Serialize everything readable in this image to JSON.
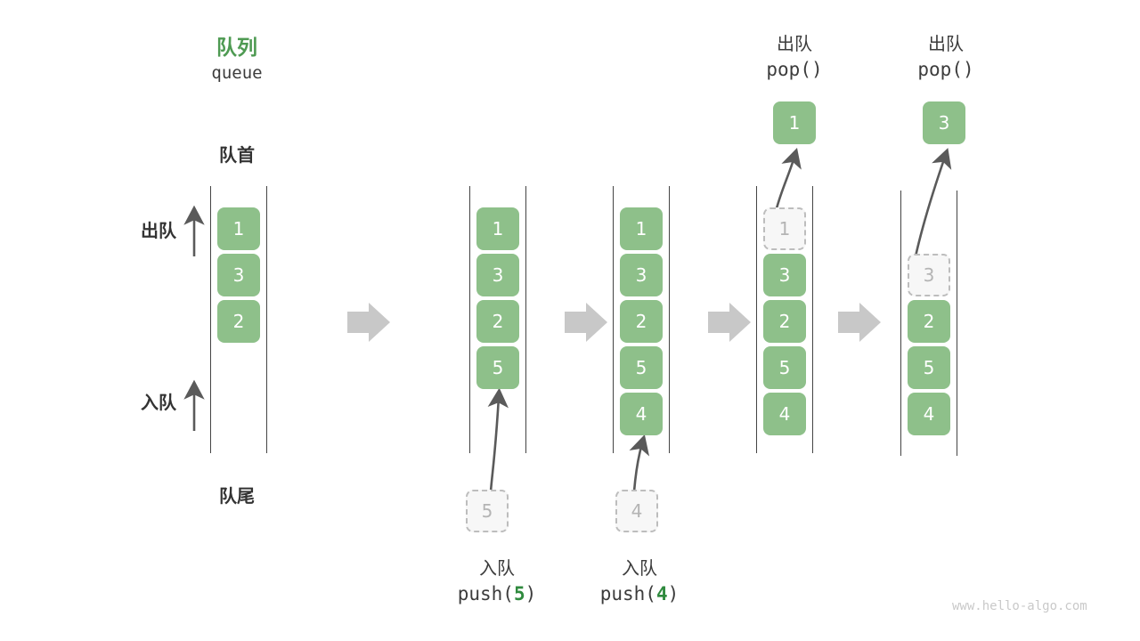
{
  "watermark": "www.hello-algo.com",
  "headers": {
    "queue_cn": "队列",
    "queue_en": "queue",
    "front_label": "队首",
    "rear_label": "队尾",
    "dequeue_label": "出队",
    "enqueue_label": "入队"
  },
  "colors": {
    "node_green": "#8ec08a",
    "title_green": "#4e9a52",
    "code_green": "#2f8a3e",
    "ghost_fill": "#f7f7f7",
    "ghost_border": "#bdbdbd",
    "rail": "#444444",
    "transition_arrow": "#c8c8c8",
    "text": "#333333",
    "watermark": "#c9c9c9"
  },
  "icons": {
    "transition": "right-block-arrow",
    "enqueue": "up-arrow",
    "dequeue": "up-arrow",
    "pop_motion": "curved-up-arrow",
    "push_motion": "diagonal-up-arrow"
  },
  "steps": [
    {
      "id": "initial",
      "title_cn": "队列",
      "title_en": "queue",
      "items": [
        "1",
        "3",
        "2"
      ],
      "ghost_index": -1,
      "incoming": null,
      "popped": null,
      "op_cn": null,
      "op_code": null
    },
    {
      "id": "push-5",
      "items": [
        "1",
        "3",
        "2",
        "5"
      ],
      "ghost_index": -1,
      "incoming": "5",
      "popped": null,
      "op_cn": "入队",
      "op_code_prefix": "push(",
      "op_code_value": "5",
      "op_code_suffix": ")"
    },
    {
      "id": "push-4",
      "items": [
        "1",
        "3",
        "2",
        "5",
        "4"
      ],
      "ghost_index": -1,
      "incoming": "4",
      "popped": null,
      "op_cn": "入队",
      "op_code_prefix": "push(",
      "op_code_value": "4",
      "op_code_suffix": ")"
    },
    {
      "id": "pop-1",
      "items": [
        "1",
        "3",
        "2",
        "5",
        "4"
      ],
      "ghost_index": 0,
      "incoming": null,
      "popped": "1",
      "op_cn": "出队",
      "op_code_prefix": "pop(",
      "op_code_value": "",
      "op_code_suffix": ")"
    },
    {
      "id": "pop-3",
      "items": [
        "3",
        "2",
        "5",
        "4"
      ],
      "ghost_index": 0,
      "incoming": null,
      "popped": "3",
      "op_cn": "出队",
      "op_code_prefix": "pop(",
      "op_code_value": "",
      "op_code_suffix": ")"
    }
  ],
  "step_labels": {
    "s1_op_cn": "入队",
    "s1_op_code": "push(5)",
    "s2_op_cn": "入队",
    "s2_op_code": "push(4)",
    "s3_op_cn": "出队",
    "s3_op_code": "pop()",
    "s4_op_cn": "出队",
    "s4_op_code": "pop()"
  },
  "node_values": {
    "col1": [
      "1",
      "3",
      "2"
    ],
    "col2": [
      "1",
      "3",
      "2",
      "5"
    ],
    "col3": [
      "1",
      "3",
      "2",
      "5",
      "4"
    ],
    "col4": [
      "1",
      "3",
      "2",
      "5",
      "4"
    ],
    "col5": [
      "3",
      "2",
      "5",
      "4"
    ],
    "incoming2": "5",
    "incoming3": "4",
    "popped4": "1",
    "popped5": "3"
  }
}
